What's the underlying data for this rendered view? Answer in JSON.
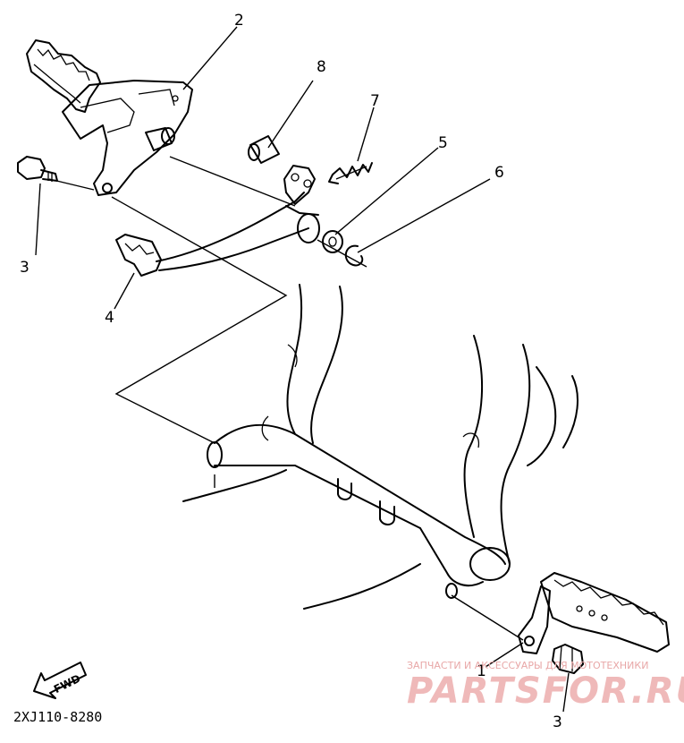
{
  "diagram": {
    "callouts": [
      {
        "id": "1",
        "text": "1"
      },
      {
        "id": "2",
        "text": "2"
      },
      {
        "id": "3a",
        "text": "3"
      },
      {
        "id": "3b",
        "text": "3"
      },
      {
        "id": "4",
        "text": "4"
      },
      {
        "id": "5",
        "text": "5"
      },
      {
        "id": "6",
        "text": "6"
      },
      {
        "id": "7",
        "text": "7"
      },
      {
        "id": "8",
        "text": "8"
      }
    ],
    "fwd_label": "FWD",
    "diagram_code": "2XJ110-8280"
  },
  "watermark": {
    "tagline": "ЗАПЧАСТИ И АКСЕССУАРЫ ДЛЯ МОТОТЕХНИКИ",
    "brand": "PARTSFOR.RU",
    "color": "#efb9b9"
  }
}
